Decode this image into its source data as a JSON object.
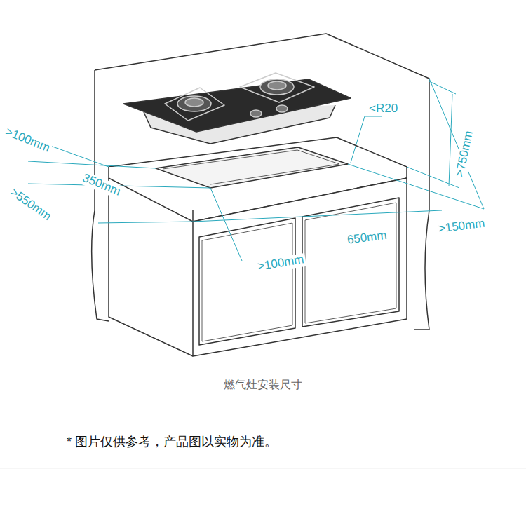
{
  "diagram": {
    "caption": "燃气灶安装尺寸",
    "labels": [
      ">100mm",
      "350mm",
      ">550mm",
      "<R20",
      ">750mm",
      ">100mm",
      "650mm",
      ">150mm",
      "* 图片仅供参考，产品图以实物为准。"
    ]
  }
}
